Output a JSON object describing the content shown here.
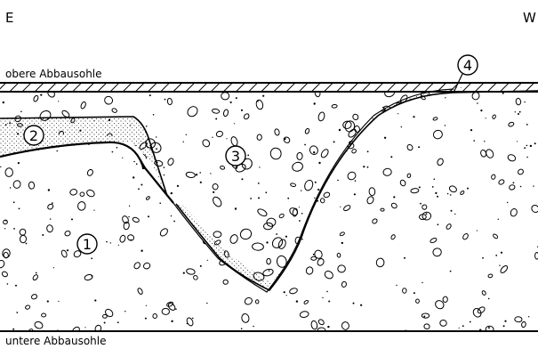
{
  "compass": {
    "left": "E",
    "right": "W"
  },
  "levels": {
    "upper": "obere Abbausohle",
    "lower": "untere Abbausohle"
  },
  "zones": [
    {
      "id": "1",
      "label": "1"
    },
    {
      "id": "2",
      "label": "2"
    },
    {
      "id": "3",
      "label": "3"
    },
    {
      "id": "4",
      "label": "4"
    }
  ]
}
